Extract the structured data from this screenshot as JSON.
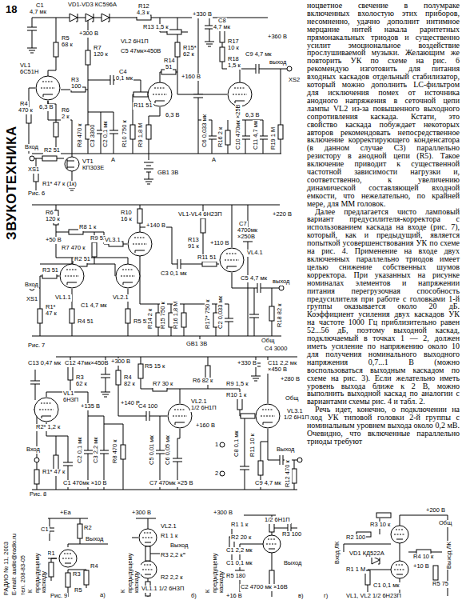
{
  "diagram": {
    "title": "ЗВУКОТЕХНИКА",
    "labels": [
      "18",
      "РАДИО № 11, 2003",
      "E-mail: audio@radio.ru",
      "тел. 208-83-05",
      "C1",
      "4,7 мк",
      "VD1-VD3 КС596А",
      "R12",
      "4,3 к",
      "R13 1,5 к",
      "+330 В",
      "C8",
      "4,7 мк",
      "+360 В",
      "R5",
      "68 к",
      "+300 В",
      "R7",
      "120 к",
      "VL2 6Н1П",
      "C5 47мк×450В",
      "R17",
      "10 к",
      "R6",
      "2 к",
      "R14",
      "51",
      "R15*",
      "62 к",
      "+160 В",
      "R18",
      "1,5 к",
      "C9 4,7 мк",
      "выход",
      "XS2",
      "VL1",
      "6С51Н",
      "C4",
      "0,1 мк",
      "R11 51",
      "R3",
      "100",
      "R4",
      "470 к",
      "R8 470 к",
      "C3 3300",
      "C2 0,1 мк",
      "R10 750 к",
      "R9 1,8 М",
      "C6 0,033 мк",
      "R16 2 к",
      "C10 470мк ×25В",
      "C11 4,7 мк",
      "R19 1 М",
      "6,3 В",
      "6,3 В",
      "6,3 В",
      "Вход",
      "XS1",
      "R2 51",
      "VT1",
      "КП303Е",
      "R1* 47 к (1к)",
      "Рис. 6",
      "GB1 3В",
      "А",
      "А",
      "R6",
      "120 к",
      "R10",
      "16 к",
      "+140 В",
      "VL1-VL4 6Н23П",
      "+220 В",
      "R8 1 к",
      "R9 51",
      "+50 В",
      "R7 470 к",
      "C7",
      "4700мк",
      "×250В",
      "VL3.1",
      "R13",
      "91 к",
      "R11 51",
      "+110 В",
      "VL4.1",
      "C5",
      "4,7 мк",
      "R2 51",
      "C1 4,7 мк",
      "R3 51",
      "VL1.1",
      "VL2.1",
      "C3 0,1 мк",
      "Вход",
      "XS1",
      "R1*",
      "47 к",
      "R4 51",
      "R5 51",
      "R14 2 к",
      "R15 750 к",
      "R16 1,8 М",
      "R17* 750 к",
      "C2 0,033 мк",
      "GB1 3В",
      "R18 82 к",
      "выход",
      "Общ",
      "C4 3000",
      "Рис. 7",
      "C13 0,47 мк",
      "C12 47мк×450В",
      "+300 В",
      "+330 В",
      "C11 2,2 мк",
      "×450 В",
      "+280 В",
      "R3",
      "62 к",
      "R4",
      "82 к",
      "R5 15 к",
      "R7 30 к",
      "R6 82 к",
      "R9 1,5 к",
      "R10 1 к",
      "VL1",
      "6Н3П",
      "+135 В",
      "+140 В",
      "C4 100",
      "VL2.1",
      "1/2 6Н1П",
      "+160 В",
      "Общ",
      "VL3.1",
      "1/2 6Н1П",
      "R2* 1,2 к",
      "C2 0,1 мк",
      "C3 2,2 мк",
      "R8 470 к",
      "C5 0,01 мк",
      "C6 0,05 мк",
      "C8 0,1 мк",
      "R11 10 к",
      "C9 4,7 мк",
      "R12 470 к",
      "Вход",
      "R1* 47 к",
      "C1 470мк ×10 В",
      "C7 470мк ×25 В",
      "1",
      "2",
      "Выход",
      "Рис. 8",
      "+Еа",
      "C1",
      "R2",
      "R1",
      "Выход",
      "R3",
      "R4",
      "R5",
      "К предыдущему каскаду",
      "а)",
      "+300 В",
      "VL2.1",
      "R1 1 к",
      "R3 2,2 к",
      "Выход",
      "VL1.1 1/2 6Н3П",
      "R2 2,2 к",
      "К предыдущему каскаду",
      "б)",
      "+300 В",
      "R1 1 к",
      "1/2 6Н1П",
      "R3 100",
      "R2 20 к",
      "C1 0,1 мк",
      "C1 2,2 мк",
      "Выход",
      "R5 180",
      "C2 4700 мк ×16В",
      "+16 В",
      "К предыдущему каскаду",
      "в)",
      "+200 В",
      "Общ",
      "R3 10 к",
      "Вход ЛК",
      "R2 100",
      "VD1 КД522А",
      "R4 10 к",
      "+10 В",
      "R1 1 М",
      "C1 0,1 мк",
      "R5 75",
      "VL1, VL2 1/2 6Н23П",
      "Выход ЛК",
      "г)",
      "Рис. 9",
      "ноцветное свечение в полумраке включенных вхолостую этих приборов, несомненно, удачно дополнит интимное мерцание нитей накала раритетных прямонакальных триодов и существенно усилит эмоциональное воздействие прослушиваемой музыки. Желающим же повторить УК по схеме на рис. 6 рекомендую изготовить для питания входных каскадов отдельный стабилизатор, который можно дополнить LC-фильтром для исключения помех от источника анодного напряжения в сеточной цепи лампы VL2 из-за повышенного выходного сопротивления каскада. Кстати, это свойство каскада побуждает некоторых авторов рекомендовать непосредственное включение корректирующего конденсатора (в данном случае С3) параллельно резистору в анодной цепи (R5). Такое включение приводит к существенной частотной зависимости нагрузки и, соответственно, к увеличению динамической составляющей входной емкости, что нежелательно, по крайней мере, для ММ головок.",
      "Далее предлагается чисто ламповый вариант предусилителя-корректора с использованием каскада на входе (рис. 7), который, как и предыдущий, является попыткой усовершенствования УК по схеме на рис. 4. Применение на входе двух включенных параллельно триодов имеет целью снижение собственных шумов корректора. При указанных на рисунке номиналах элементов и напряжении питания перегрузочная способность предусилителя при работе с головками 1-й группы оказывается около 20 дБ. Коэффициент усиления двух каскадов УК на частоте 1000 Гц приблизительно равен 52...56 дБ, поэтому выходной каскад, подключаемый в точках 1 — 2, должен иметь усиление по напряжению около 10 для получения номинального выходного напряжения 0,7...1 В (можно воспользоваться выходным каскадом по схеме на рис. 3). Если желательно иметь уровень выхода ближе к 2 В, можно выполнить выходной каскад по аналогии с вариантами схемы рис. 4 и табл. 2.",
      "Речь идет, конечно, о подключении на вход УК типовой головки 2-й группы с номинальным уровнем выхода около 0,2 мВ. Очевидно, что включенные параллельно триоды требуют"
    ]
  }
}
